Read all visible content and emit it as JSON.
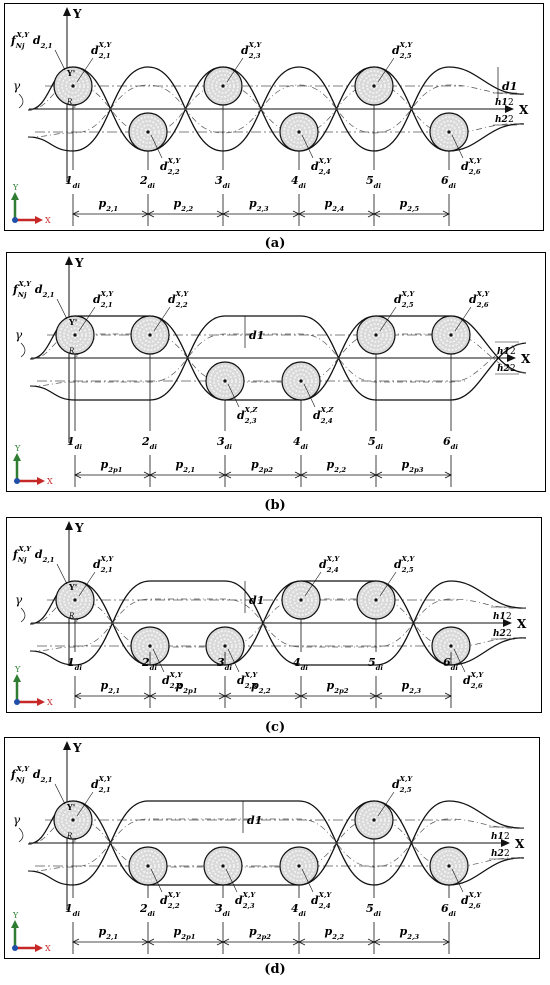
{
  "panels": [
    {
      "id": "a",
      "caption": "(a)",
      "top_labels": [
        "d_{2,1}^{X,Y}",
        "d_{2,3}^{X,Y}",
        "d_{2,5}^{X,Y}"
      ],
      "bottom_labels": [
        "d_{2,2}^{X,Y}",
        "d_{2,4}^{X,Y}",
        "d_{2,6}^{X,Y}"
      ],
      "positions": [
        "1_{di}",
        "2_{di}",
        "3_{di}",
        "4_{di}",
        "5_{di}",
        "6_{di}"
      ],
      "pitches": [
        "p_{2,1}",
        "p_{2,2}",
        "p_{2,3}",
        "p_{2,4}",
        "p_{2,5}"
      ],
      "layout": [
        "T",
        "B",
        "T",
        "B",
        "T",
        "B"
      ]
    },
    {
      "id": "b",
      "caption": "(b)",
      "top_labels": [
        "d_{2,1}^{X,Y}",
        "d_{2,2}^{X,Y}",
        "d_{2,5}^{X,Y}",
        "d_{2,6}^{X,Y}"
      ],
      "bottom_labels": [
        "d_{2,3}^{X,Z}",
        "d_{2,4}^{X,Z}"
      ],
      "positions": [
        "1_{di}",
        "2_{di}",
        "3_{di}",
        "4_{di}",
        "5_{di}",
        "6_{di}"
      ],
      "pitches": [
        "p_{2p1}",
        "p_{2,1}",
        "p_{2p2}",
        "p_{2,2}",
        "p_{2p3}"
      ],
      "layout": [
        "T",
        "T",
        "B",
        "B",
        "T",
        "T"
      ]
    },
    {
      "id": "c",
      "caption": "(c)",
      "top_labels": [
        "d_{2,1}^{X,Y}",
        "d_{2,4}^{X,Y}",
        "d_{2,5}^{X,Y}"
      ],
      "bottom_labels": [
        "d_{2,2}^{X,Y}",
        "d_{2,3}^{X,Y}",
        "d_{2,6}^{X,Y}"
      ],
      "positions": [
        "1_{di}",
        "2_{di}",
        "3_{di}",
        "4_{di}",
        "5_{di}",
        "6_{di}"
      ],
      "pitches": [
        "p_{2,1}",
        "p_{2p1}",
        "p_{2,2}",
        "p_{2p2}",
        "p_{2,3}"
      ],
      "layout": [
        "T",
        "B",
        "B",
        "T",
        "T",
        "B"
      ]
    },
    {
      "id": "d",
      "caption": "(d)",
      "top_labels": [
        "d_{2,1}^{X,Y}",
        "d_{2,5}^{X,Y}"
      ],
      "bottom_labels": [
        "d_{2,2}^{X,Y}",
        "d_{2,3}^{X,Y}",
        "d_{2,4}^{X,Y}",
        "d_{2,6}^{X,Y}"
      ],
      "positions": [
        "1_{di}",
        "2_{di}",
        "3_{di}",
        "4_{di}",
        "5_{di}",
        "6_{di}"
      ],
      "pitches": [
        "p_{2,1}",
        "p_{2p1}",
        "p_{2p2}",
        "p_{2,2}",
        "p_{2,3}"
      ],
      "layout": [
        "T",
        "B",
        "B",
        "B",
        "T",
        "B"
      ]
    }
  ],
  "common": {
    "force_label": "f_{Nj}^{X,Y} d_{2,1}",
    "axis_y": "Y",
    "axis_x": "X",
    "gamma": "γ",
    "radius": "R_{jc}",
    "y_prime": "Y'",
    "d1": "d_1",
    "h1": "h_1",
    "h2": "h_2",
    "two": "2",
    "triad_y": "Y",
    "triad_x": "X"
  },
  "colors": {
    "line": "#111111",
    "dash": "#555555",
    "wire_fill": "#d9d9d9",
    "triad_y": "#2e7d32",
    "triad_x": "#c62828",
    "triad_z": "#1f4fa8"
  }
}
